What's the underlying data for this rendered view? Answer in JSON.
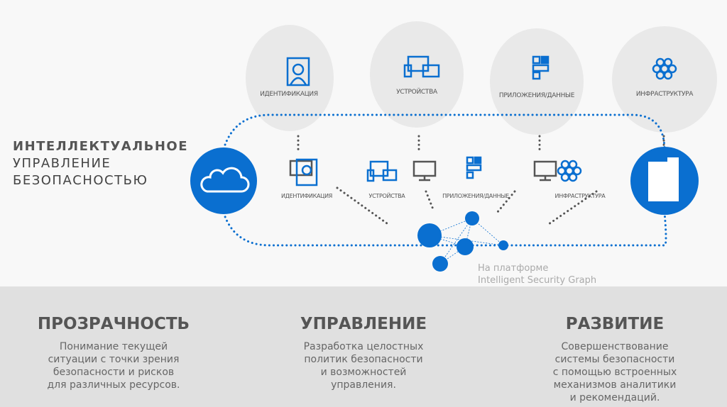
{
  "title": {
    "line1": "ИНТЕЛЛЕКТУАЛЬНОЕ",
    "line2": "УПРАВЛЕНИЕ",
    "line3": "БЕЗОПАСНОСТЬЮ"
  },
  "top_circles": [
    "ИДЕНТИФИКАЦИЯ",
    "УСТРОЙСТВА",
    "ПРИЛОЖЕНИЯ/ДАННЫЕ",
    "ИНФРАСТРУКТУРА"
  ],
  "inner_labels": [
    "ИДЕНТИФИКАЦИЯ",
    "УСТРОЙСТВА",
    "ПРИЛОЖЕНИЯ/ДАННЫЕ",
    "ИНФРАСТРУКТУРА"
  ],
  "platform": {
    "line1": "На платформе",
    "line2": "Intelligent Security Graph"
  },
  "columns": [
    {
      "heading": "ПРОЗРАЧНОСТЬ",
      "text": "Понимание текущей\nситуации с точки зрения\nбезопасности и рисков\nдля различных ресурсов."
    },
    {
      "heading": "УПРАВЛЕНИЕ",
      "text": "Разработка целостных\nполитик безопасности\nи возможностей\nуправления."
    },
    {
      "heading": "РАЗВИТИЕ",
      "text": "Совершенствование\nсистемы безопасности\nс помощью встроенных\nмеханизмов аналитики\nи рекомендаций."
    }
  ],
  "colors": {
    "accent": "#0a6fd0",
    "circle": "#e8e8e8",
    "dots": "#555555"
  }
}
